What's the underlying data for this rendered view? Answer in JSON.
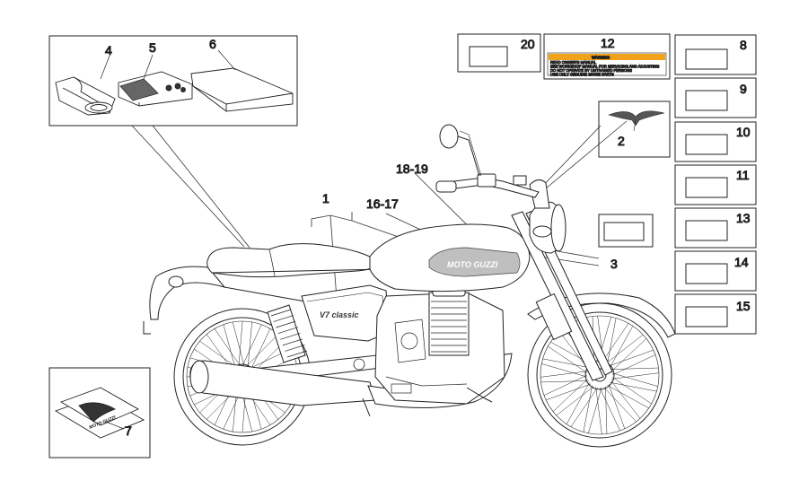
{
  "labels": {
    "l1": "1",
    "l2": "2",
    "l3": "3",
    "l4": "4",
    "l5": "5",
    "l6": "6",
    "l7": "7",
    "l8": "8",
    "l9": "9",
    "l10": "10",
    "l11": "11",
    "l12": "12",
    "l13": "13",
    "l14": "14",
    "l15": "15",
    "l16_17": "16-17",
    "l18_19": "18-19",
    "l20": "20"
  },
  "tank_logo": "MOTO GUZZI",
  "side_panel_logo": "V7 classic",
  "warning_label": {
    "header": "WARNING",
    "lines": [
      "READ OWNER'S MANUAL",
      "SEE WORKSHOP MANUAL FOR SERVICING AND ADJUSTING",
      "DO NOT OPERATE BY UNTRAINED PERSONS",
      "USE ONLY GENUINE SPARE PARTS"
    ]
  },
  "colors": {
    "line": "#222222",
    "warning_orange": "#f0a21a",
    "tank_grey": "#bfbfbf"
  }
}
